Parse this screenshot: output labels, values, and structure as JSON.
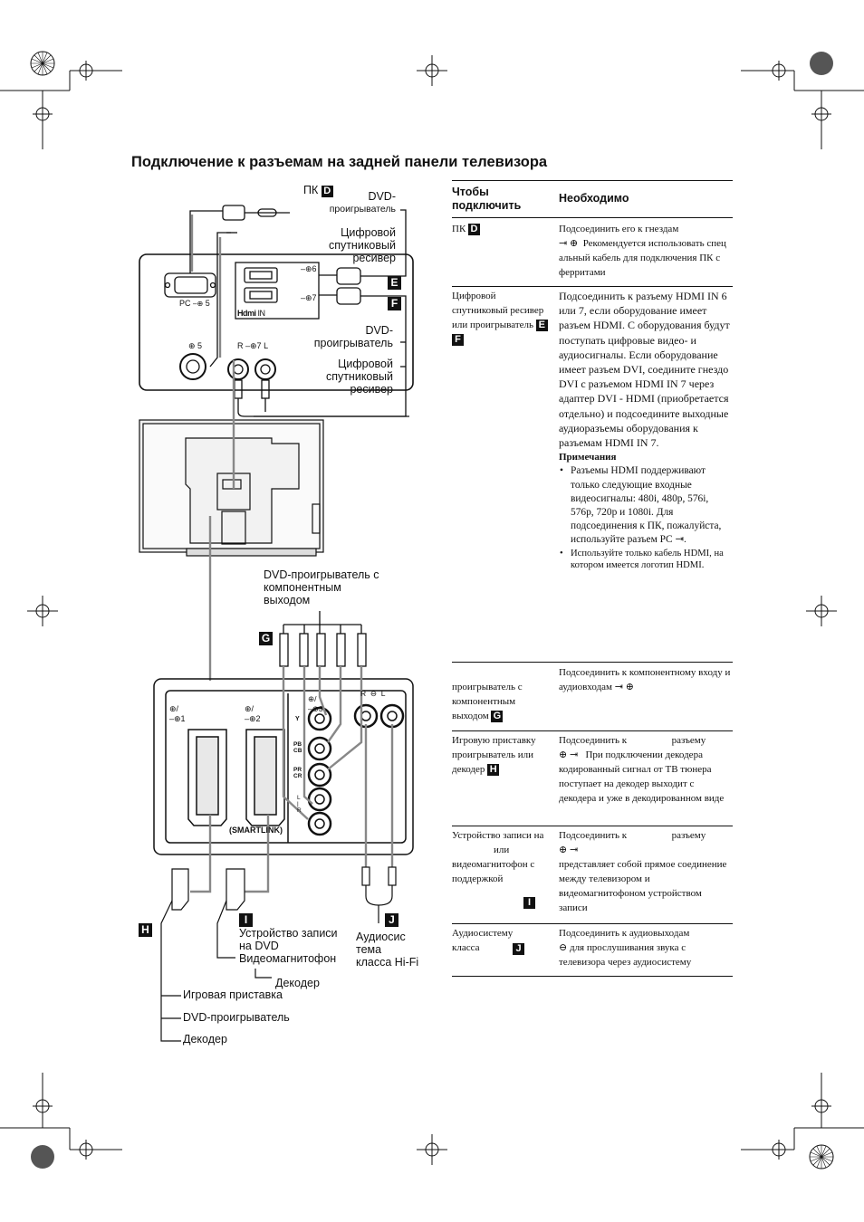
{
  "page": {
    "title": "Подключение к разъемам на задней панели телевизора"
  },
  "diagram": {
    "label_pc": "ПК",
    "badge_d": "D",
    "label_dvd_top": "DVD-",
    "label_dvd_top2": "проигрыватель",
    "label_sat_top": "Цифровой спутниковый ресивер",
    "badge_e": "E",
    "badge_f": "F",
    "label_dvd_mid": "DVD-проигрыватель",
    "label_sat_mid": "Цифровой спутниковый ресивер",
    "port_pc": "PC",
    "port_num5": "5",
    "port_num6": "6",
    "port_num7": "7",
    "port_r": "R",
    "port_l": "L",
    "hdmi_in": "IN",
    "label_component": "DVD-проигрыватель с компонентным выходом",
    "badge_g": "G",
    "scart1_num": "1",
    "scart2_num": "2",
    "smartlink": "(SMARTLINK)",
    "comp_num3": "3",
    "comp_y": "Y",
    "comp_pb": "PB",
    "comp_cb": "CB",
    "comp_pr": "PR",
    "comp_cr": "CR",
    "badge_h": "H",
    "badge_i": "I",
    "badge_j": "J",
    "label_recorder": "Устройство записи на DVD Видеомагнитофон",
    "label_decoder_i": "Декодер",
    "label_hifi": "Аудиосис тема класса Hi-Fi",
    "label_game": "Игровая приставка",
    "label_dvd_h": "DVD-проигрыватель",
    "label_decoder_h": "Декодер"
  },
  "table": {
    "col1_header": "Чтобы подключить",
    "col2_header": "Необходимо",
    "rows": [
      {
        "left": "ПК",
        "badge": "D",
        "right_a": "Подсоединить его к гнездам",
        "right_b": "Рекомендуется использовать спец альный кабель для подключения ПК с ферритами"
      },
      {
        "left": "Цифровой спутниковый ресивер  или проигрыватель",
        "badge1": "E",
        "badge2": "F",
        "right": "Подсоединить к разъему HDMI IN 6 или 7, если оборудование имеет разъем HDMI. С оборудования будут поступать цифровые видео- и аудиосигналы. Если оборудование имеет разъем DVI, соедините гнездо DVI с разъемом HDMI IN 7 через адаптер DVI - HDMI (приобретается отдельно) и подсоедините выходные аудиоразъемы оборудования к разъемам HDMI IN 7.",
        "notes_title": "Примечания",
        "note1": "Разъемы HDMI поддерживают только следующие входные видеосигналы: 480i, 480p, 576i, 576p, 720p и 1080i. Для подсоединения к ПК, пожалуйста, используйте разъем PC",
        "note2": "Используйте только кабель HDMI, на котором имеется логотип HDMI."
      },
      {
        "left": "проигрыватель с компонентным выходом",
        "badge": "G",
        "right": "Подсоединить к компонентному входу и аудиовходам"
      },
      {
        "left": "Игровую приставку проигрыватель или декодер",
        "badge": "H",
        "right_a": "Подсоединить к",
        "right_a2": "разъему",
        "right_b": "При подключении декодера кодированный сигнал от ТВ тюнера поступает на декодер выходит с декодера и уже в декодированном виде"
      },
      {
        "left_a": "Устройство записи на",
        "left_a2": "или",
        "left_b": "видеомагнитофон с поддержкой",
        "badge": "I",
        "right_a": "Подсоединить к",
        "right_a2": "разъему",
        "right_b": "представляет собой прямое соединение между телевизором и видеомагнитофоном  устройством записи"
      },
      {
        "left": "Аудиосистему класса",
        "badge": "J",
        "right_a": "Подсоединить к аудиовыходам",
        "right_b": "для прослушивания звука с телевизора через аудиосистему"
      }
    ]
  }
}
